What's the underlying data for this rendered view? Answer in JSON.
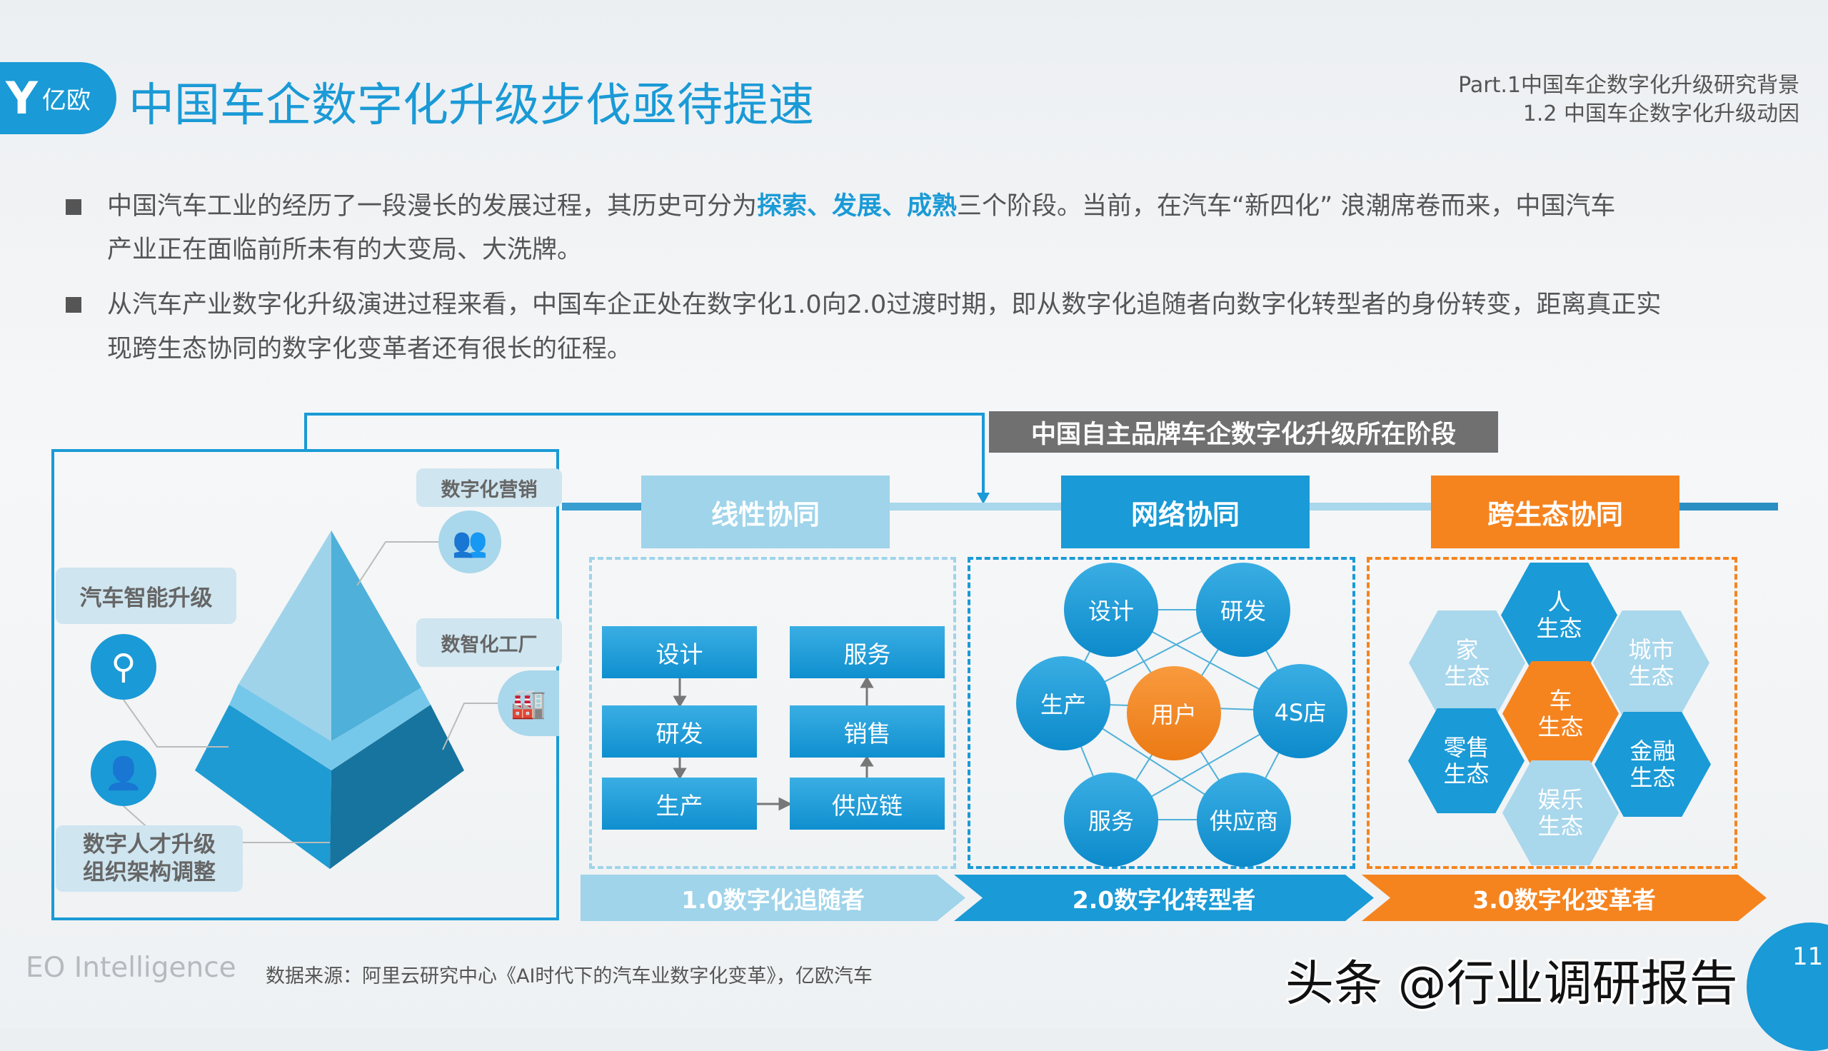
{
  "header": {
    "logo_text": "亿欧",
    "title": "中国车企数字化升级步伐亟待提速",
    "part_line1": "Part.1中国车企数字化升级研究背景",
    "part_line2": "1.2 中国车企数字化升级动因"
  },
  "bullets": [
    {
      "pre": "中国汽车工业的经历了一段漫长的发展过程，其历史可分为",
      "highlight": "探索、发展、成熟",
      "post": "三个阶段。当前，在汽车“新四化” 浪潮席卷而来，中国汽车",
      "line2": "产业正在面临前所未有的大变局、大洗牌。"
    },
    {
      "line1": "从汽车产业数字化升级演进过程来看，中国车企正处在数字化1.0向2.0过渡时期，即从数字化追随者向数字化转型者的身份转变，距离真正实",
      "line2": "现跨生态协同的数字化变革者还有很长的征程。"
    }
  ],
  "pyramid": {
    "marketing": "数字化营销",
    "smart_car": "汽车智能升级",
    "factory": "数智化工厂",
    "talent_line1": "数字人才升级",
    "talent_line2": "组织架构调整"
  },
  "banner": "中国自主品牌车企数字化升级所在阶段",
  "stages": [
    {
      "header": "线性协同",
      "label": "1.0数字化追随者",
      "color": "#9fd4ea"
    },
    {
      "header": "网络协同",
      "label": "2.0数字化转型者",
      "color": "#1a9ad6"
    },
    {
      "header": "跨生态协同",
      "label": "3.0数字化变革者",
      "color": "#f5841f"
    }
  ],
  "linear": {
    "design": "设计",
    "rd": "研发",
    "production": "生产",
    "service": "服务",
    "sales": "销售",
    "supply": "供应链"
  },
  "network": {
    "design": "设计",
    "rd": "研发",
    "production": "生产",
    "user": "用户",
    "store": "4S店",
    "service": "服务",
    "supplier": "供应商"
  },
  "eco": {
    "person": "人\n生态",
    "home": "家\n生态",
    "city": "城市\n生态",
    "car": "车\n生态",
    "retail": "零售\n生态",
    "finance": "金融\n生态",
    "ent": "娱乐\n生态"
  },
  "footer": {
    "brand": "EO Intelligence",
    "source": "数据来源：阿里云研究中心《AI时代下的汽车业数字化变革》，亿欧汽车",
    "watermark": "头条 @行业调研报告",
    "page": "11"
  }
}
